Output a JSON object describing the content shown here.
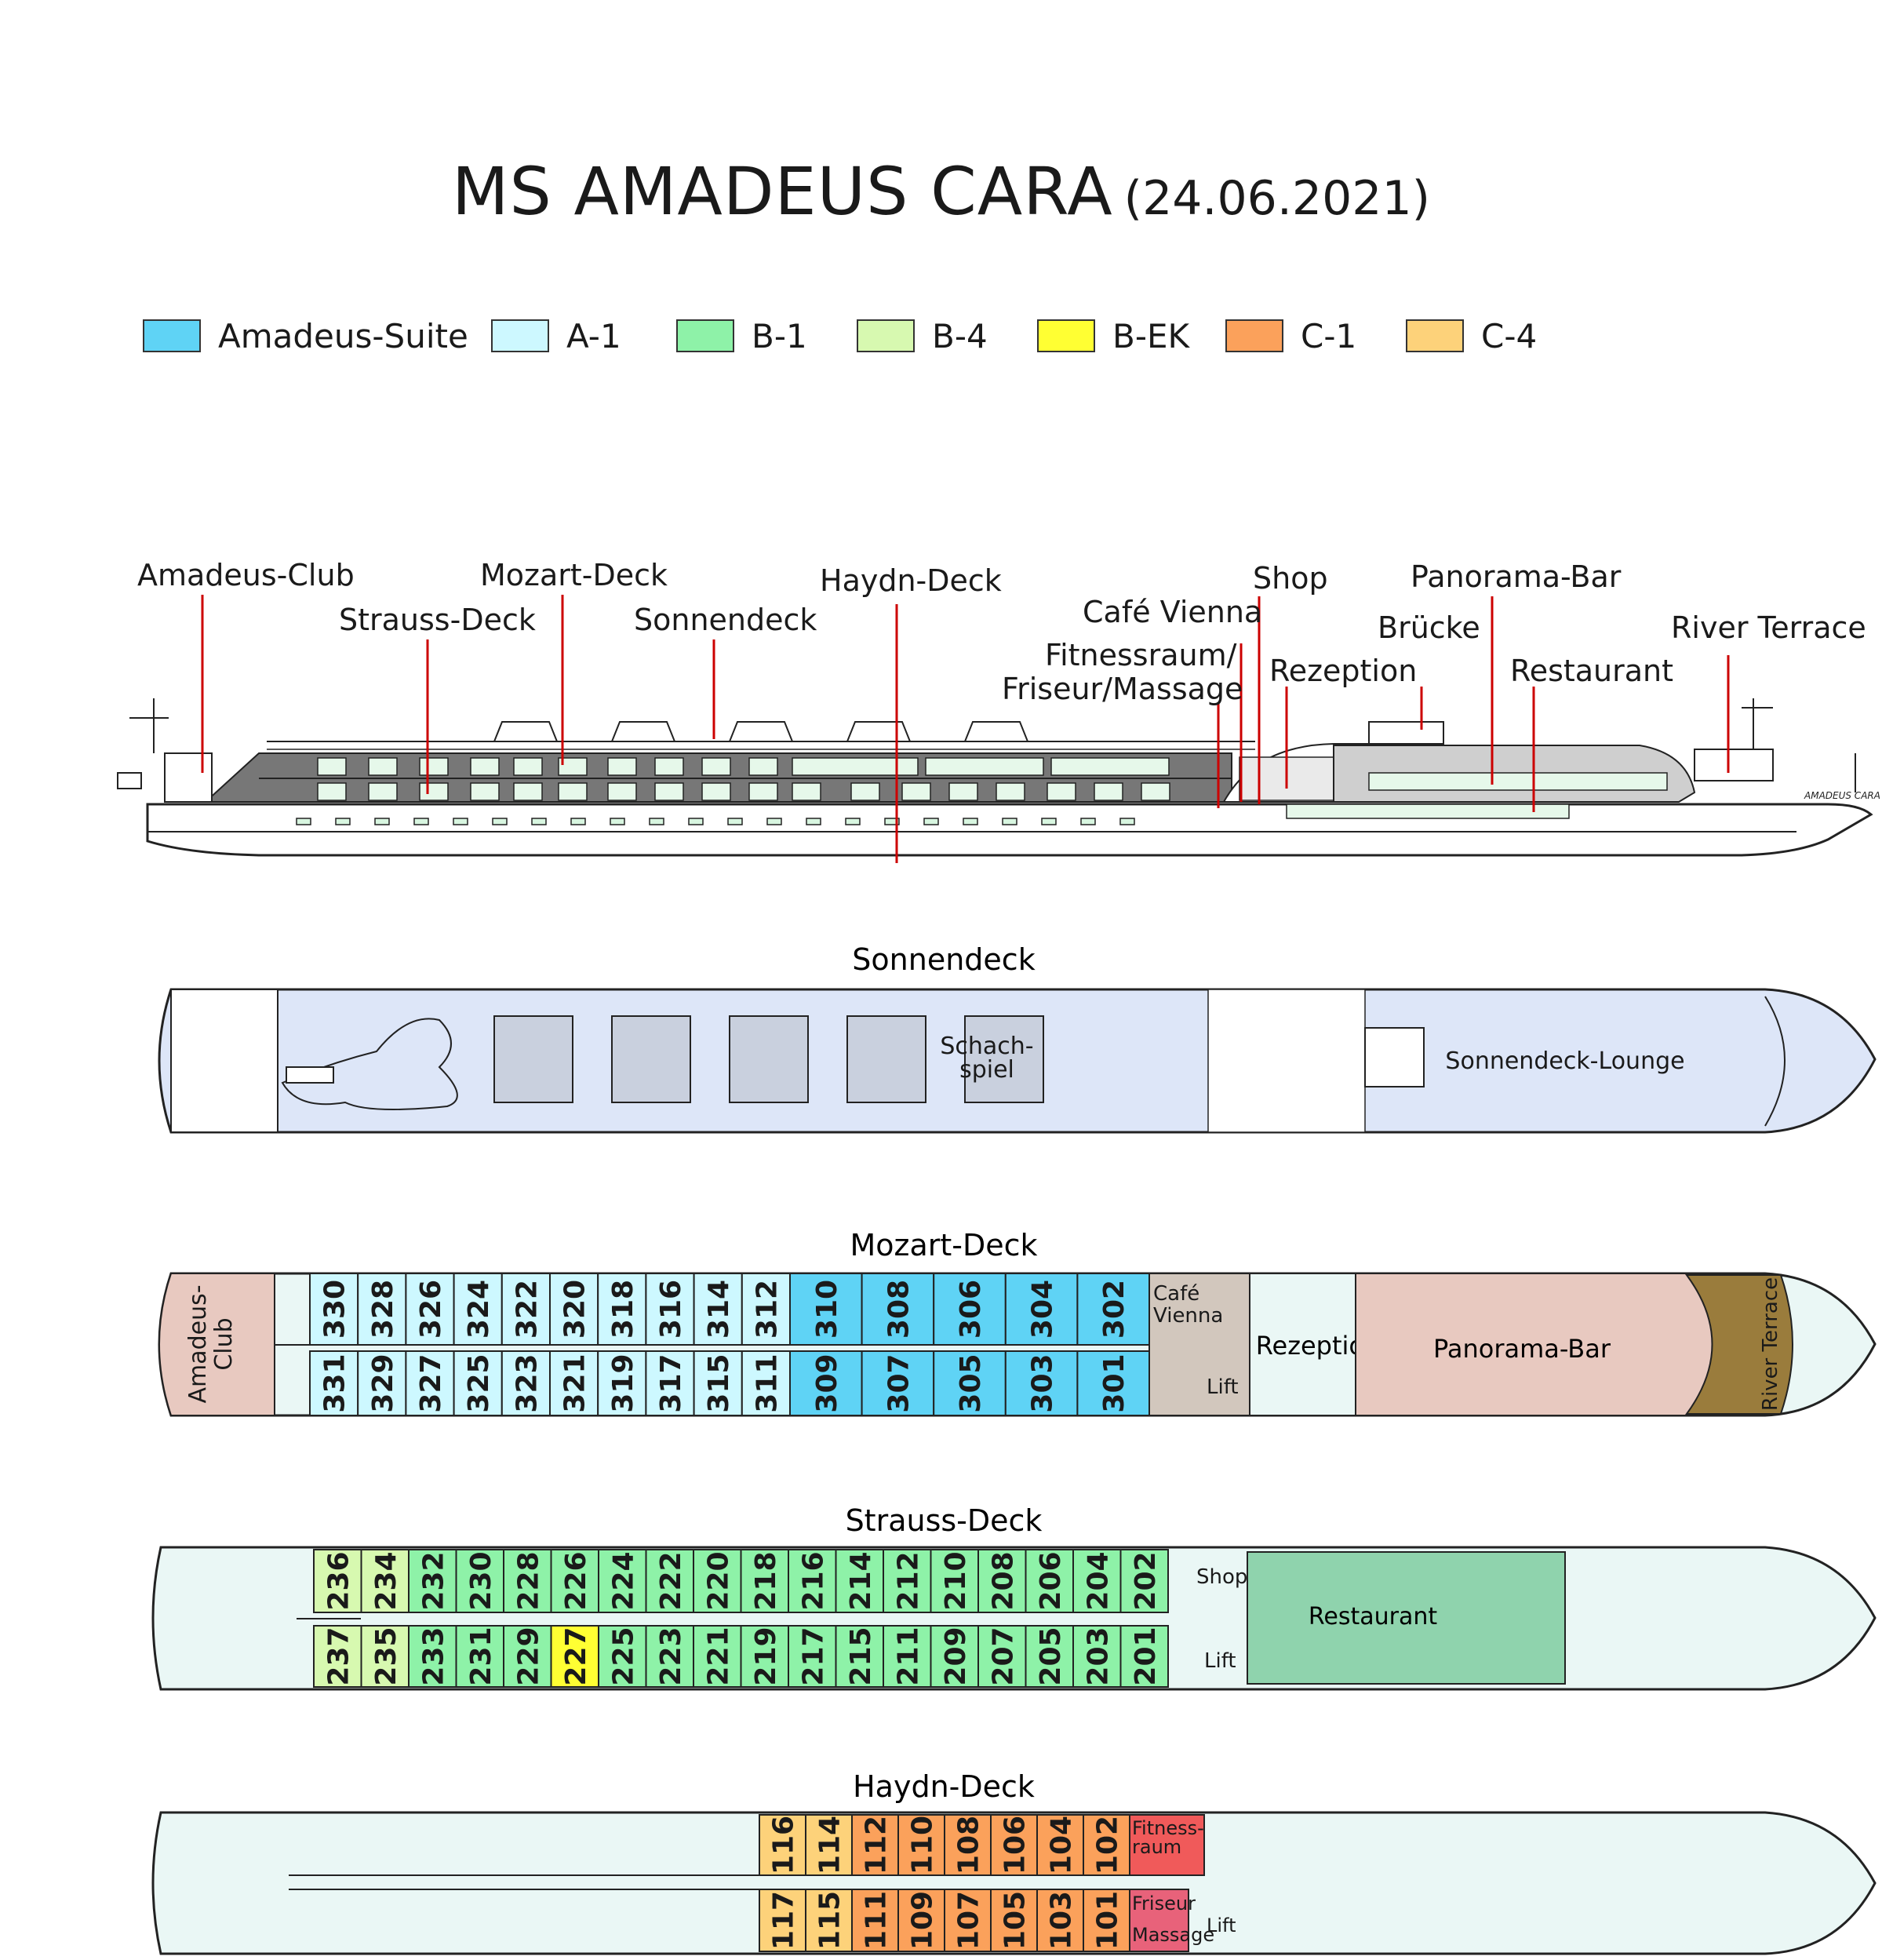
{
  "title": {
    "ship": "MS AMADEUS CARA",
    "date": "(24.06.2021)"
  },
  "legend": [
    {
      "label": "Amadeus-Suite",
      "color": "#5fd3f5"
    },
    {
      "label": "A-1",
      "color": "#cdf8ff"
    },
    {
      "label": "B-1",
      "color": "#8ef2a8"
    },
    {
      "label": "B-4",
      "color": "#d7f9b0"
    },
    {
      "label": "B-EK",
      "color": "#ffff33"
    },
    {
      "label": "C-1",
      "color": "#fba15b"
    },
    {
      "label": "C-4",
      "color": "#fdd27a"
    }
  ],
  "profile": {
    "hull_text": "AMADEUS CARA",
    "labels": [
      "Amadeus-Club",
      "Strauss-Deck",
      "Mozart-Deck",
      "Sonnendeck",
      "Haydn-Deck",
      "Café Vienna",
      "Shop",
      "Panorama-Bar",
      "Fitnessraum/",
      "Friseur/Massage",
      "Rezeption",
      "Brücke",
      "Restaurant",
      "River Terrace"
    ]
  },
  "sonnendeck": {
    "title": "Sonnendeck",
    "chess_1": "Schach-",
    "chess_2": "spiel",
    "lounge": "Sonnendeck-Lounge"
  },
  "mozart": {
    "title": "Mozart-Deck",
    "club_1": "Amadeus-",
    "club_2": "Club",
    "cafe_1": "Café",
    "cafe_2": "Vienna",
    "rezeption": "Rezeption",
    "lift": "Lift",
    "bar": "Panorama-Bar",
    "river": "River Terrace",
    "top_cabins": [
      {
        "no": "330",
        "cat": "A-1"
      },
      {
        "no": "328",
        "cat": "A-1"
      },
      {
        "no": "326",
        "cat": "A-1"
      },
      {
        "no": "324",
        "cat": "A-1"
      },
      {
        "no": "322",
        "cat": "A-1"
      },
      {
        "no": "320",
        "cat": "A-1"
      },
      {
        "no": "318",
        "cat": "A-1"
      },
      {
        "no": "316",
        "cat": "A-1"
      },
      {
        "no": "314",
        "cat": "A-1"
      },
      {
        "no": "312",
        "cat": "A-1"
      },
      {
        "no": "310",
        "cat": "Amadeus-Suite"
      },
      {
        "no": "308",
        "cat": "Amadeus-Suite"
      },
      {
        "no": "306",
        "cat": "Amadeus-Suite"
      },
      {
        "no": "304",
        "cat": "Amadeus-Suite"
      },
      {
        "no": "302",
        "cat": "Amadeus-Suite"
      }
    ],
    "bottom_cabins": [
      {
        "no": "331",
        "cat": "A-1"
      },
      {
        "no": "329",
        "cat": "A-1"
      },
      {
        "no": "327",
        "cat": "A-1"
      },
      {
        "no": "325",
        "cat": "A-1"
      },
      {
        "no": "323",
        "cat": "A-1"
      },
      {
        "no": "321",
        "cat": "A-1"
      },
      {
        "no": "319",
        "cat": "A-1"
      },
      {
        "no": "317",
        "cat": "A-1"
      },
      {
        "no": "315",
        "cat": "A-1"
      },
      {
        "no": "311",
        "cat": "A-1"
      },
      {
        "no": "309",
        "cat": "Amadeus-Suite"
      },
      {
        "no": "307",
        "cat": "Amadeus-Suite"
      },
      {
        "no": "305",
        "cat": "Amadeus-Suite"
      },
      {
        "no": "303",
        "cat": "Amadeus-Suite"
      },
      {
        "no": "301",
        "cat": "Amadeus-Suite"
      }
    ]
  },
  "strauss": {
    "title": "Strauss-Deck",
    "shop": "Shop",
    "lift": "Lift",
    "restaurant": "Restaurant",
    "top_cabins": [
      {
        "no": "236",
        "cat": "B-4"
      },
      {
        "no": "234",
        "cat": "B-4"
      },
      {
        "no": "232",
        "cat": "B-1"
      },
      {
        "no": "230",
        "cat": "B-1"
      },
      {
        "no": "228",
        "cat": "B-1"
      },
      {
        "no": "226",
        "cat": "B-1"
      },
      {
        "no": "224",
        "cat": "B-1"
      },
      {
        "no": "222",
        "cat": "B-1"
      },
      {
        "no": "220",
        "cat": "B-1"
      },
      {
        "no": "218",
        "cat": "B-1"
      },
      {
        "no": "216",
        "cat": "B-1"
      },
      {
        "no": "214",
        "cat": "B-1"
      },
      {
        "no": "212",
        "cat": "B-1"
      },
      {
        "no": "210",
        "cat": "B-1"
      },
      {
        "no": "208",
        "cat": "B-1"
      },
      {
        "no": "206",
        "cat": "B-1"
      },
      {
        "no": "204",
        "cat": "B-1"
      },
      {
        "no": "202",
        "cat": "B-1"
      }
    ],
    "bottom_cabins": [
      {
        "no": "237",
        "cat": "B-4"
      },
      {
        "no": "235",
        "cat": "B-4"
      },
      {
        "no": "233",
        "cat": "B-1"
      },
      {
        "no": "231",
        "cat": "B-1"
      },
      {
        "no": "229",
        "cat": "B-1"
      },
      {
        "no": "227",
        "cat": "B-EK"
      },
      {
        "no": "225",
        "cat": "B-1"
      },
      {
        "no": "223",
        "cat": "B-1"
      },
      {
        "no": "221",
        "cat": "B-1"
      },
      {
        "no": "219",
        "cat": "B-1"
      },
      {
        "no": "217",
        "cat": "B-1"
      },
      {
        "no": "215",
        "cat": "B-1"
      },
      {
        "no": "211",
        "cat": "B-1"
      },
      {
        "no": "209",
        "cat": "B-1"
      },
      {
        "no": "207",
        "cat": "B-1"
      },
      {
        "no": "205",
        "cat": "B-1"
      },
      {
        "no": "203",
        "cat": "B-1"
      },
      {
        "no": "201",
        "cat": "B-1"
      }
    ]
  },
  "haydn": {
    "title": "Haydn-Deck",
    "fitness_1": "Fitness-",
    "fitness_2": "raum",
    "friseur": "Friseur",
    "massage": "Massage",
    "lift": "Lift",
    "top_cabins": [
      {
        "no": "116",
        "cat": "C-4"
      },
      {
        "no": "114",
        "cat": "C-4"
      },
      {
        "no": "112",
        "cat": "C-1"
      },
      {
        "no": "110",
        "cat": "C-1"
      },
      {
        "no": "108",
        "cat": "C-1"
      },
      {
        "no": "106",
        "cat": "C-1"
      },
      {
        "no": "104",
        "cat": "C-1"
      },
      {
        "no": "102",
        "cat": "C-1"
      }
    ],
    "bottom_cabins": [
      {
        "no": "117",
        "cat": "C-4"
      },
      {
        "no": "115",
        "cat": "C-4"
      },
      {
        "no": "111",
        "cat": "C-1"
      },
      {
        "no": "109",
        "cat": "C-1"
      },
      {
        "no": "107",
        "cat": "C-1"
      },
      {
        "no": "105",
        "cat": "C-1"
      },
      {
        "no": "103",
        "cat": "C-1"
      },
      {
        "no": "101",
        "cat": "C-1"
      }
    ]
  }
}
